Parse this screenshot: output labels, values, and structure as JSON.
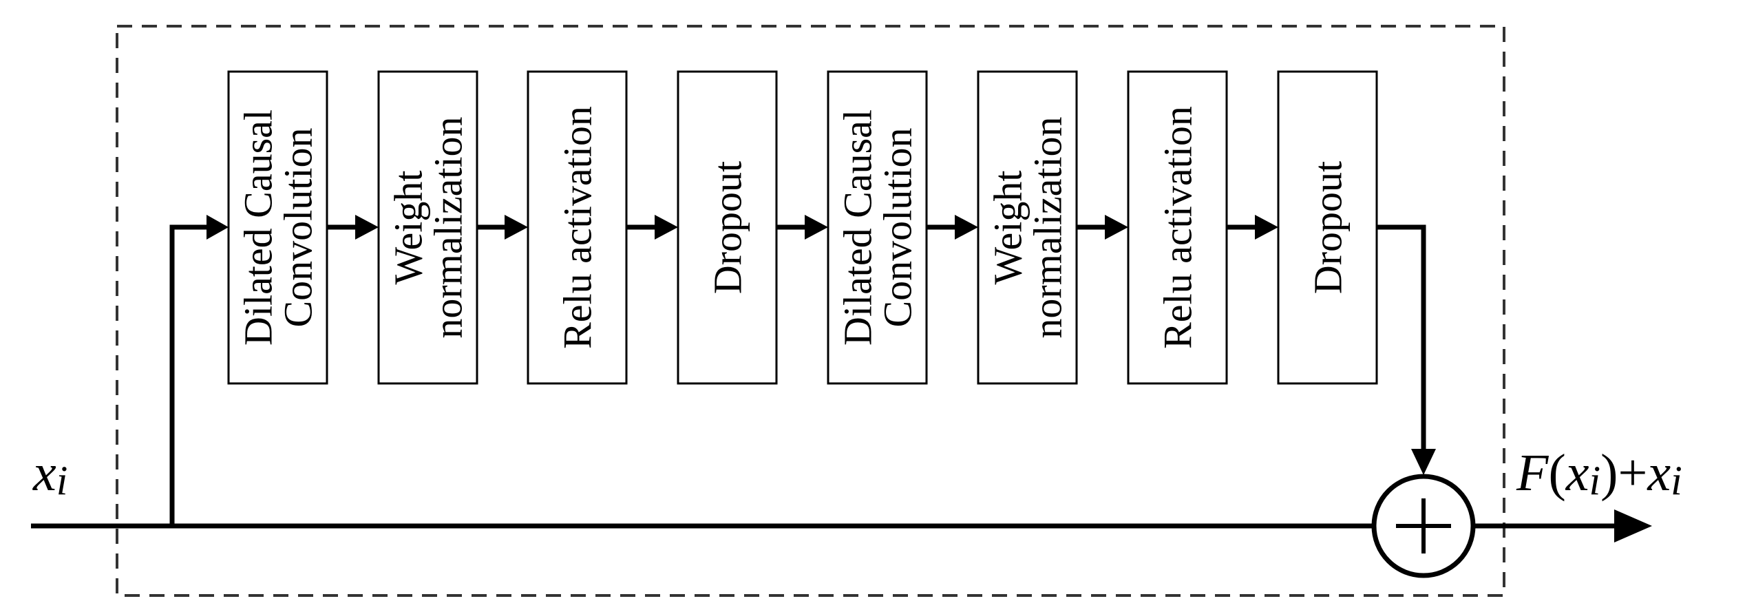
{
  "blocks": [
    {
      "lines": [
        "Dilated Causal",
        "Convolution"
      ]
    },
    {
      "lines": [
        "Weight",
        "normalization"
      ]
    },
    {
      "lines": [
        "Relu activation"
      ]
    },
    {
      "lines": [
        "Dropout"
      ]
    },
    {
      "lines": [
        "Dilated Causal",
        "Convolution"
      ]
    },
    {
      "lines": [
        "Weight",
        "normalization"
      ]
    },
    {
      "lines": [
        "Relu activation"
      ]
    },
    {
      "lines": [
        "Dropout"
      ]
    }
  ],
  "input_label": {
    "var": "x",
    "sub": "i"
  },
  "output_label": {
    "f": "F",
    "open": "(",
    "var": "x",
    "sub": "i",
    "close": ")",
    "plus": "+",
    "var2": "x",
    "sub2": "i"
  },
  "sum_symbol": "plus-circle",
  "colors": {
    "stroke": "#000000",
    "background": "#ffffff",
    "dashed_border": "#333333"
  }
}
